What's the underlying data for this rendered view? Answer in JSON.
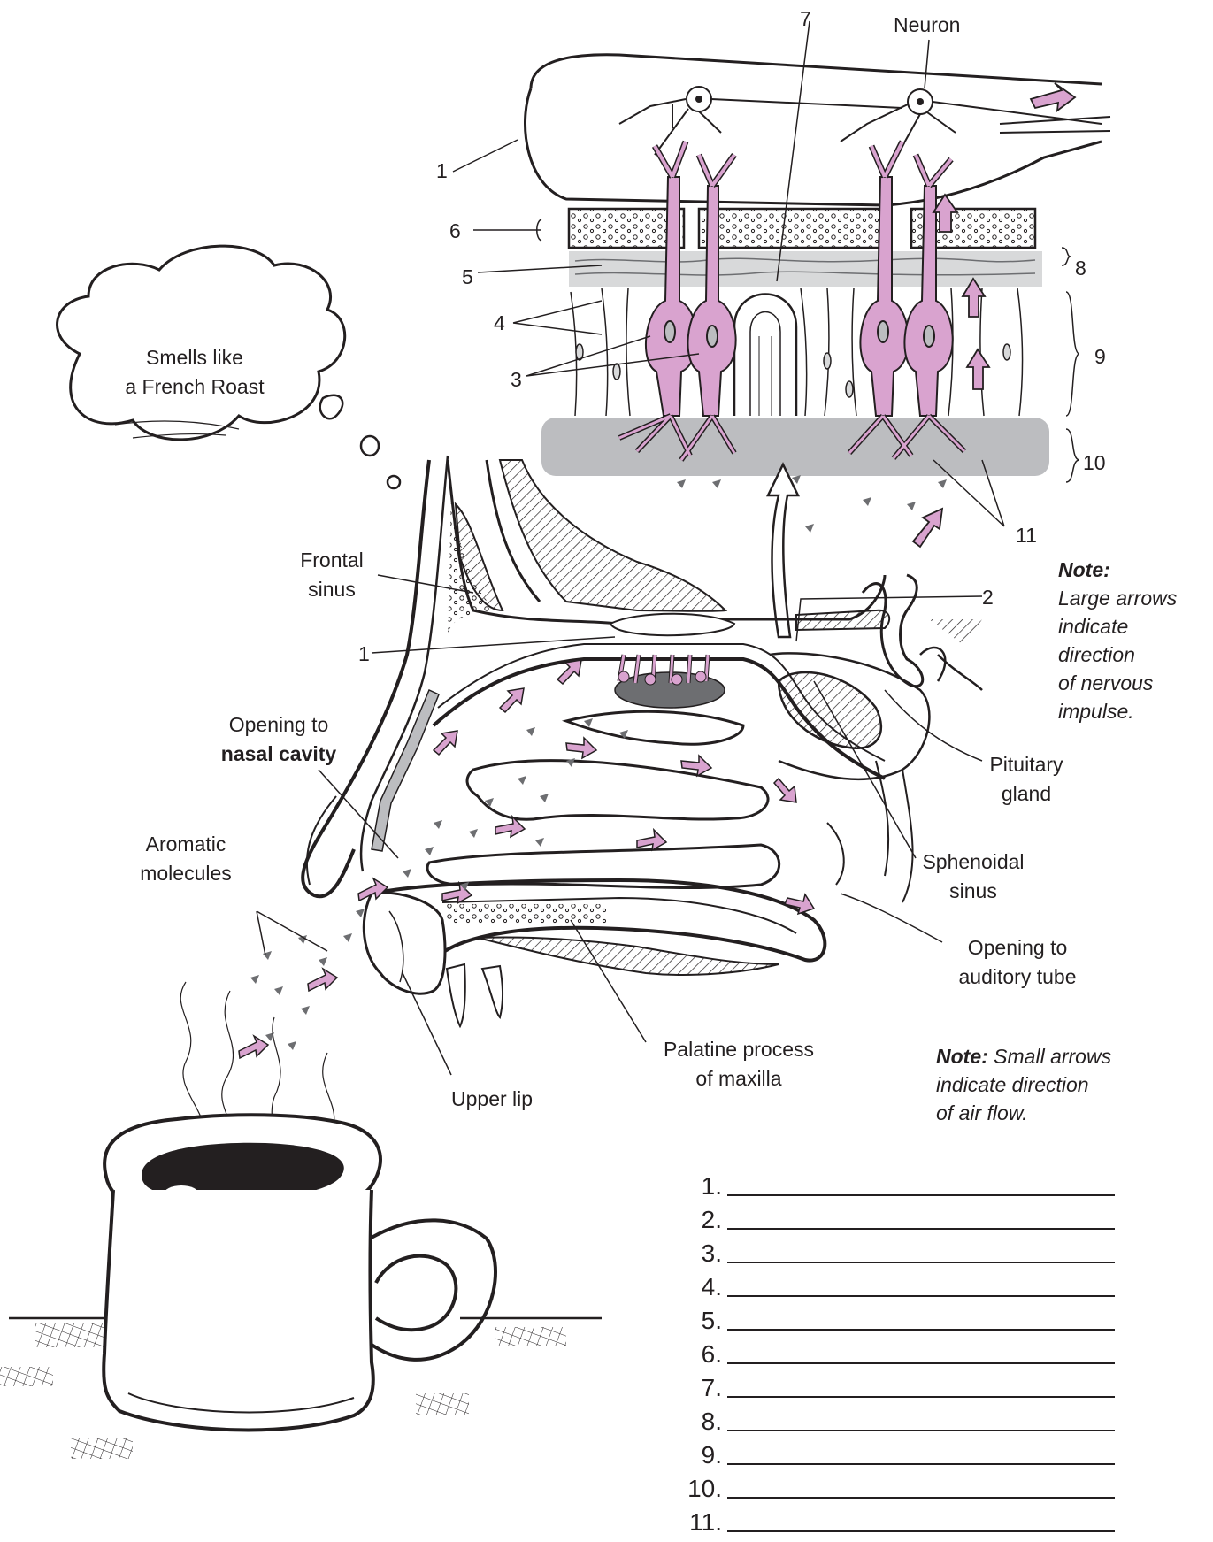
{
  "colors": {
    "receptor": "#d9a3cf",
    "receptor_stroke": "#231f20",
    "arrow": "#d9a3cf",
    "lamina": "#bcbdc0",
    "ink": "#231f20",
    "particle": "#6d6e71"
  },
  "labels": {
    "neuron": "Neuron",
    "thought": [
      "Smells like",
      "a French Roast"
    ],
    "frontal_sinus": [
      "Frontal",
      "sinus"
    ],
    "opening_nasal": [
      "Opening to",
      "nasal cavity"
    ],
    "aromatic": [
      "Aromatic",
      "molecules"
    ],
    "pituitary": [
      "Pituitary",
      "gland"
    ],
    "sphenoidal": [
      "Sphenoidal",
      "sinus"
    ],
    "auditory": [
      "Opening to",
      "auditory tube"
    ],
    "palatine": [
      "Palatine process",
      "of maxilla"
    ],
    "upper_lip": "Upper lip"
  },
  "callouts": {
    "c1": "1",
    "c1b": "1",
    "c2": "2",
    "c3": "3",
    "c4": "4",
    "c5": "5",
    "c6": "6",
    "c7": "7",
    "c8": "8",
    "c9": "9",
    "c10": "10",
    "c11": "11"
  },
  "notes": {
    "large": {
      "title": "Note:",
      "lines": [
        "Large arrows",
        "indicate",
        "direction",
        "of nervous",
        "impulse."
      ]
    },
    "small": {
      "title": "Note:",
      "rest": "Small arrows",
      "lines": [
        "indicate direction",
        "of air flow."
      ]
    }
  },
  "answers": [
    "1.",
    "2.",
    "3.",
    "4.",
    "5.",
    "6.",
    "7.",
    "8.",
    "9.",
    "10.",
    "11."
  ]
}
